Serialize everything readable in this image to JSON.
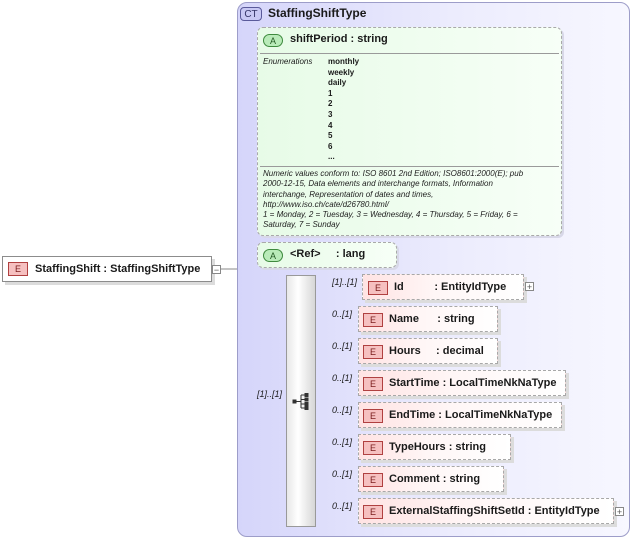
{
  "complex_type": {
    "badge": "CT",
    "name": "StaffingShiftType"
  },
  "root_element": {
    "badge": "E",
    "label": "StaffingShift : StaffingShiftType"
  },
  "attributes": [
    {
      "badge": "A",
      "label": "shiftPeriod : string",
      "enumerations_label": "Enumerations",
      "enumerations": [
        "monthly",
        "weekly",
        "daily",
        "1",
        "2",
        "3",
        "4",
        "5",
        "6",
        "..."
      ],
      "note_lines": [
        "Numeric values conform to: ISO 8601 2nd Edition; ISO8601:2000(E); pub",
        "2000-12-15, Data elements and interchange formats,  Information",
        "interchange,  Representation of dates and times,",
        "http://www.iso.ch/cate/d26780.html/",
        "1 = Monday, 2 = Tuesday, 3 = Wednesday, 4 = Thursday, 5 = Friday, 6 =",
        "Saturday, 7 = Sunday"
      ]
    },
    {
      "badge": "A",
      "label": "<Ref>     : lang"
    }
  ],
  "sequence": {
    "cardinality": "[1]..[1]",
    "icon": "sequence-compositor-icon"
  },
  "children": [
    {
      "badge": "E",
      "label": "Id          : EntityIdType",
      "cardinality": "[1]..[1]",
      "expandable": true,
      "optional": false
    },
    {
      "badge": "E",
      "label": "Name      : string",
      "cardinality": "0..[1]",
      "expandable": false,
      "optional": true
    },
    {
      "badge": "E",
      "label": "Hours     : decimal",
      "cardinality": "0..[1]",
      "expandable": false,
      "optional": true
    },
    {
      "badge": "E",
      "label": "StartTime : LocalTimeNkNaType",
      "cardinality": "0..[1]",
      "expandable": false,
      "optional": true
    },
    {
      "badge": "E",
      "label": "EndTime : LocalTimeNkNaType",
      "cardinality": "0..[1]",
      "expandable": false,
      "optional": true
    },
    {
      "badge": "E",
      "label": "TypeHours : string",
      "cardinality": "0..[1]",
      "expandable": false,
      "optional": true
    },
    {
      "badge": "E",
      "label": "Comment : string",
      "cardinality": "0..[1]",
      "expandable": false,
      "optional": true
    },
    {
      "badge": "E",
      "label": "ExternalStaffingShiftSetId : EntityIdType",
      "cardinality": "0..[1]",
      "expandable": true,
      "optional": true
    }
  ],
  "colors": {
    "complex_type_fill": "#d5d5fa",
    "attribute_fill": "#e7fbe7",
    "element_fill": "#ffe3e3",
    "element_badge": "#f6c0c0",
    "attribute_badge": "#b9ebb9"
  }
}
